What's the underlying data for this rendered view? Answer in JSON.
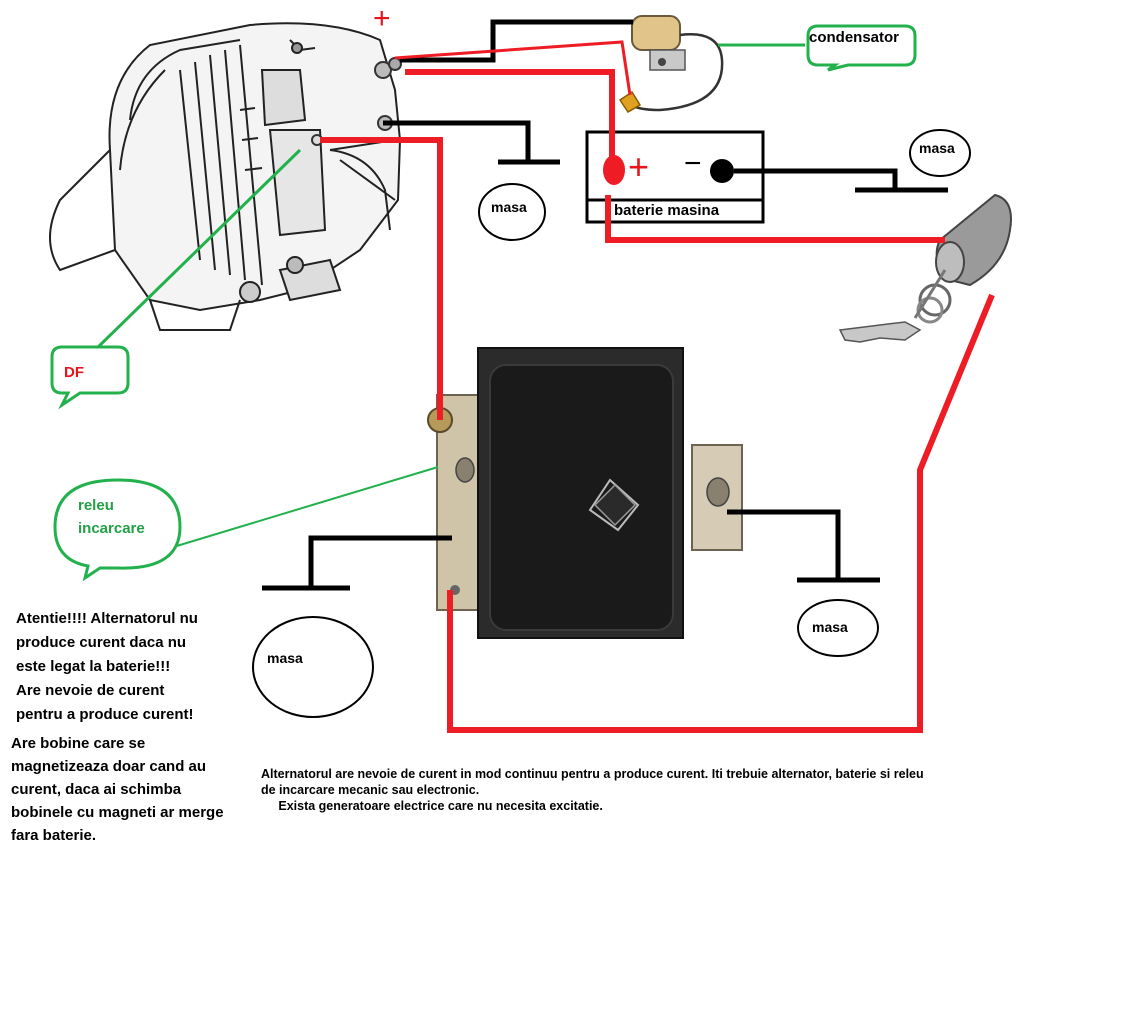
{
  "labels": {
    "plus_alternator": "+",
    "condensator": "condensator",
    "masa_top_right": "masa",
    "masa_mid": "masa",
    "battery_plus": "+",
    "battery_minus": "−",
    "baterie_masina": "baterie masina",
    "df": "DF",
    "releu_line1": "releu",
    "releu_line2": "incarcare",
    "masa_left": "masa",
    "masa_right": "masa"
  },
  "notes": {
    "warning": [
      "Atentie!!!! Alternatorul nu",
      "produce curent daca nu",
      "este legat la baterie!!!",
      "Are nevoie de curent",
      "pentru a produce curent!"
    ],
    "bobine": [
      "Are bobine care se",
      "magnetizeaza doar cand au",
      "curent, daca ai schimba",
      "bobinele cu magneti ar merge",
      "fara baterie."
    ],
    "bottom": [
      "Alternatorul are nevoie de curent in mod continuu pentru a produce curent.  Iti trebuie alternator, baterie si releu",
      "de incarcare mecanic sau electronic.",
      "     Exista generatoare electrice care nu necesita excitatie."
    ]
  },
  "colors": {
    "wire_red": "#ee1c24",
    "wire_black": "#000000",
    "wire_green": "#22b14c",
    "label_green": "#22a045",
    "label_red": "#e8141c"
  }
}
